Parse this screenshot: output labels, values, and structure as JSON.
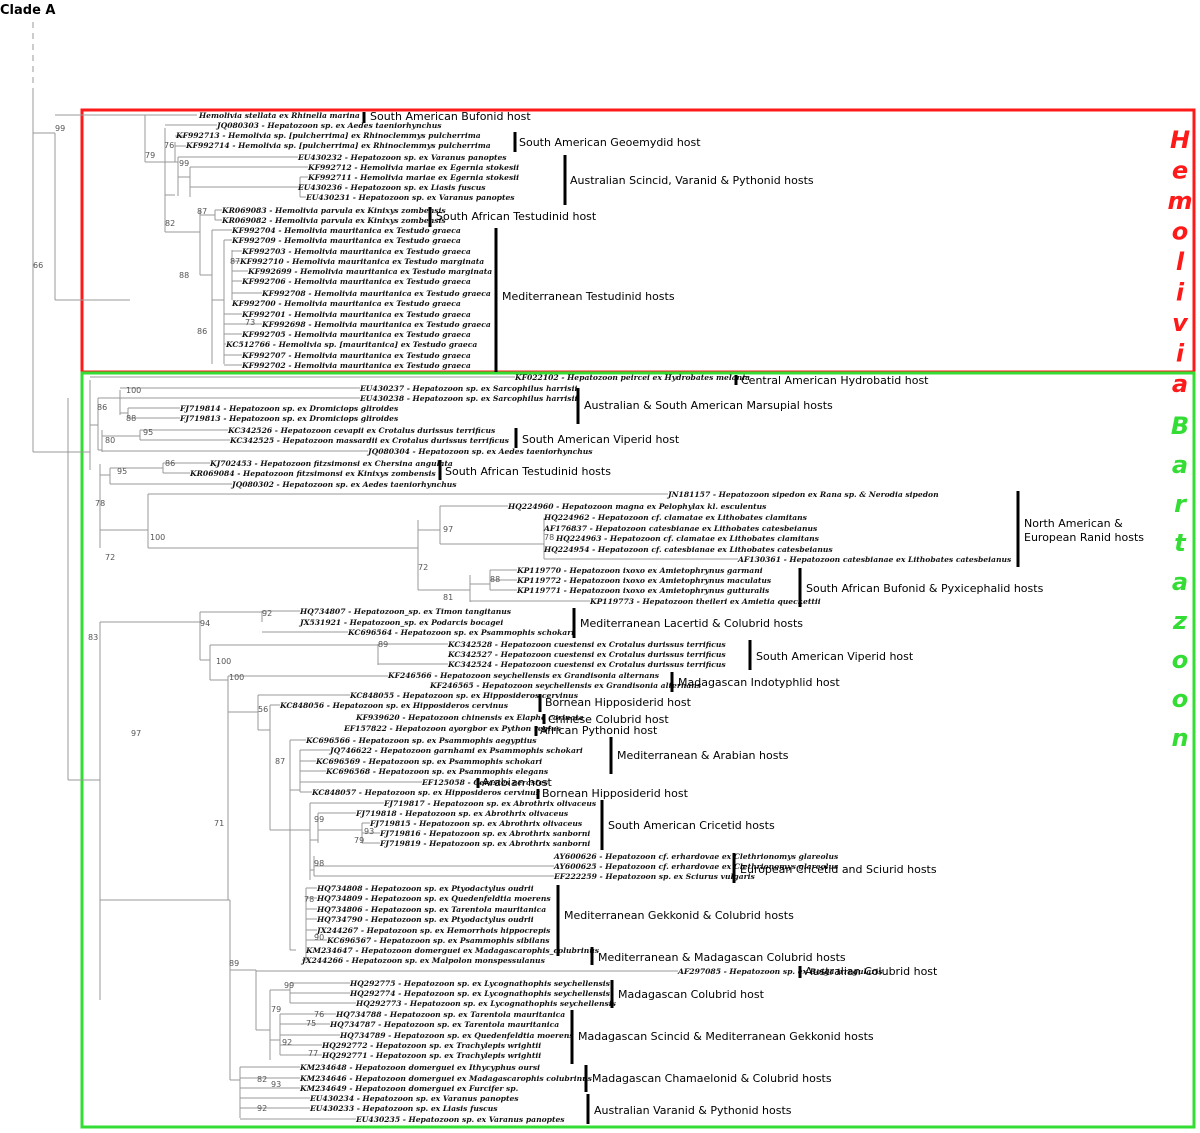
{
  "title": "Clade A",
  "colors": {
    "hemolivia": "#ff1a1a",
    "bartazoon": "#33dd33",
    "branches": "#999999"
  },
  "boxes": [
    {
      "key": "hemolivia",
      "letters": [
        "H",
        "e",
        "m",
        "o",
        "l",
        "i",
        "v",
        "i",
        "a"
      ]
    },
    {
      "key": "bartazoon",
      "letters": [
        "B",
        "a",
        "r",
        "t",
        "a",
        "z",
        "o",
        "o",
        "n"
      ]
    }
  ],
  "leaves": [
    "Hemolivia stellata ex Rhinella marina",
    "JQ080303 - Hepatozoon sp. ex Aedes taeniorhynchus",
    "KF992713 - Hemolivia sp. [pulcherrima] ex Rhinoclemmys pulcherrima",
    "KF992714 - Hemolivia sp. [pulcherrima] ex Rhinoclemmys pulcherrima",
    "EU430232 - Hepatozoon sp. ex Varanus panoptes",
    "KF992712 - Hemolivia mariae ex Egernia stokesii",
    "KF992711 - Hemolivia mariae ex Egernia stokesii",
    "EU430236 - Hepatozoon sp. ex Liasis fuscus",
    "EU430231 - Hepatozoon sp. ex Varanus panoptes",
    "KR069083 - Hemolivia parvula ex Kinixys zombensis",
    "KR069082 - Hemolivia parvula ex Kinixys zombensis",
    "KF992704 - Hemolivia mauritanica ex Testudo graeca",
    "KF992709 - Hemolivia mauritanica ex Testudo graeca",
    "KF992703 - Hemolivia mauritanica ex Testudo graeca",
    "KF992710 - Hemolivia mauritanica ex Testudo marginata",
    "KF992699 - Hemolivia mauritanica ex Testudo marginata",
    "KF992706 - Hemolivia mauritanica ex Testudo graeca",
    "KF992708 - Hemolivia mauritanica ex Testudo graeca",
    "KF992700 - Hemolivia mauritanica ex Testudo graeca",
    "KF992701 - Hemolivia mauritanica ex Testudo graeca",
    "KF992698 - Hemolivia mauritanica ex Testudo graeca",
    "KF992705 - Hemolivia mauritanica ex Testudo graeca",
    "KC512766 - Hemolivia sp. [mauritanica] ex Testudo graeca",
    "KF992707 - Hemolivia mauritanica ex Testudo graeca",
    "KF992702 - Hemolivia mauritanica ex Testudo graeca",
    "KF022102 - Hepatozoon peircei ex Hydrobates melania",
    "EU430237 - Hepatozoon sp. ex Sarcophilus harrisii",
    "EU430238 - Hepatozoon sp. ex Sarcophilus harrisii",
    "FJ719814 - Hepatozoon sp. ex Dromiciops gliroides",
    "FJ719813 - Hepatozoon sp. ex Dromiciops gliroides",
    "KC342526 - Hepatozoon cevapii ex Crotalus durissus terrificus",
    "KC342525 - Hepatozoon massardii ex Crotalus durissus terrificus",
    "JQ080304 - Hepatozoon sp. ex Aedes taeniorhynchus",
    "KJ702453 - Hepatozoon fitzsimonsi ex Chersina angulata",
    "KR069084 - Hepatozoon fitzsimonsi ex Kinixys zombensis",
    "JQ080302 - Hepatozoon sp. ex Aedes taeniorhynchus",
    "JN181157 - Hepatozoon sipedon ex Rana sp. & Nerodia sipedon",
    "HQ224960 - Hepatozoon magna ex Pelophylax kl. esculentus",
    "HQ224962 - Hepatozoon cf. clamatae ex Lithobates clamitans",
    "AF176837 - Hepatozoon catesbianae ex Lithobates catesbeianus",
    "HQ224963 - Hepatozoon cf. clamatae ex Lithobates clamitans",
    "HQ224954 - Hepatozoon cf. catesbianae ex Lithobates catesbeianus",
    "AF130361 - Hepatozoon catesbianae ex Lithobates catesbeianus",
    "KP119770 - Hepatozoon ixoxo ex Amietophrynus garmani",
    "KP119772 - Hepatozoon ixoxo ex Amietophrynus maculatus",
    "KP119771 - Hepatozoon ixoxo ex Amietophrynus gutturalis",
    "KP119773 - Hepatozoon theileri ex Amietia queckettii",
    "HQ734807 - Hepatozoon_sp. ex Timon tangitanus",
    "JX531921 - Hepatozoon_sp. ex Podarcis bocagei",
    "KC696564 - Hepatozoon sp. ex Psammophis schokari",
    "KC342528 - Hepatozoon cuestensi ex Crotalus durissus terrificus",
    "KC342527 - Hepatozoon cuestensi ex Crotalus durissus terrificus",
    "KC342524 - Hepatozoon cuestensi ex Crotalus durissus terrificus",
    "KF246566 - Hepatozoon seychellensis ex Grandisonia alternans",
    "KF246565 - Hepatozoon seychellensis ex Grandisonia alternans",
    "KC848055 - Hepatozoon sp. ex Hipposideros cervinus",
    "KC848056 - Hepatozoon sp. ex Hipposideros cervinus",
    "KF939620 - Hepatozoon chinensis ex Elaphe carinata",
    "EF157822 - Hepatozoon ayorgbor ex Python regius",
    "KC696566 - Hepatozoon sp. ex Psammophis aegyptius",
    "JQ746622 - Hepatozoon garnhami ex Psammophis schokari",
    "KC696569 - Hepatozoon sp. ex Psammophis schokari",
    "KC696568 - Hepatozoon sp. ex Psammophis elegans",
    "EF125058 - Cerastes cerastes",
    "KC848057 - Hepatozoon sp. ex Hipposideros cervinus",
    "FJ719817 - Hepatozoon sp. ex Abrothrix olivaceus",
    "FJ719818 - Hepatozoon sp. ex Abrothrix olivaceus",
    "FJ719815 - Hepatozoon sp. ex Abrothrix olivaceus",
    "FJ719816 - Hepatozoon sp. ex Abrothrix sanborni",
    "FJ719819 - Hepatozoon sp. ex Abrothrix sanborni",
    "AY600626 - Hepatozoon cf. erhardovae ex Clethrionomys glareolus",
    "AY600625 - Hepatozoon cf. erhardovae ex Clethrionomys glareolus",
    "EF222259 - Hepatozoon sp. ex Sciurus vulgaris",
    "HQ734808 - Hepatozoon sp. ex Ptyodactylus oudrii",
    "HQ734809 - Hepatozoon sp. ex Quedenfeldtia moerens",
    "HQ734806 - Hepatozoon sp. ex Tarentola mauritanica",
    "HQ734790 - Hepatozoon sp. ex Ptyodactylus oudrii",
    "JX244267 - Hepatozoon sp. ex Hemorrhois hippocrepis",
    "KC696567 - Hepatozoon sp. ex Psammophis sibilans",
    "KM234647 - Hepatozoon domerguei ex Madagascarophis_colubrinus",
    "JX244266 - Hepatozoon sp. ex Malpolon monspessulanus",
    "AF297085 - Hepatozoon sp. ex Boiga irregularis",
    "HQ292775 - Hepatozoon sp. ex Lycognathophis seychellensis",
    "HQ292774 - Hepatozoon sp. ex Lycognathophis seychellensis",
    "HQ292773 - Hepatozoon sp. ex Lycognathophis seychellensis",
    "HQ734788 - Hepatozoon sp. ex Tarentola mauritanica",
    "HQ734787 - Hepatozoon sp. ex Tarentola mauritanica",
    "HQ734789 - Hepatozoon sp. ex Quedenfeldtia moerens",
    "HQ292772 - Hepatozoon sp. ex Trachylepis wrightii",
    "HQ292771 - Hepatozoon sp. ex Trachylepis wrightii",
    "KM234648 - Hepatozoon domerguei ex Ithycyphus oursi",
    "KM234646 - Hepatozoon domerguei ex Madagascarophis colubrinus",
    "KM234649 - Hepatozoon domerguei ex Furcifer sp.",
    "EU430234 - Hepatozoon sp. ex Varanus panoptes",
    "EU430233 - Hepatozoon sp. ex Liasis fuscus",
    "EU430235 - Hepatozoon sp. ex Varanus panoptes"
  ],
  "groups": [
    "South American Bufonid host",
    "South American Geoemydid host",
    "Australian Scincid, Varanid & Pythonid hosts",
    "South African Testudinid host",
    "Mediterranean Testudinid hosts",
    "Central American Hydrobatid host",
    "Australian & South American Marsupial hosts",
    "South American Viperid host",
    "South African Testudinid hosts",
    [
      "North American &",
      "European Ranid hosts"
    ],
    "South African Bufonid & Pyxicephalid hosts",
    "Mediterranean Lacertid & Colubrid hosts",
    "South American Viperid host",
    "Madagascan Indotyphlid host",
    "Bornean Hipposiderid host",
    "Chinese Colubrid host",
    "African Pythonid host",
    "Mediterranean & Arabian hosts",
    "Arabian host",
    "Bornean Hipposiderid host",
    "South American Cricetid hosts",
    "European Cricetid and Sciurid hosts",
    "Mediterranean Gekkonid & Colubrid hosts",
    "Mediterranean & Madagascan Colubrid hosts",
    "Australian Colubrid host",
    "Madagascan Colubrid host",
    "Madagascan Scincid & Mediterranean Gekkonid hosts",
    "Madagascan Chamaelonid & Colubrid hosts",
    "Australian Varanid & Pythonid hosts"
  ],
  "bootstrap": [
    "99",
    "79",
    "76",
    "99",
    "82",
    "87",
    "88",
    "87",
    "73",
    "86",
    "66",
    "100",
    "86",
    "88",
    "80",
    "95",
    "95",
    "86",
    "78",
    "72",
    "100",
    "97",
    "78",
    "72",
    "81",
    "88",
    "83",
    "94",
    "92",
    "100",
    "89",
    "100",
    "97",
    "56",
    "87",
    "71",
    "99",
    "93",
    "79",
    "98",
    "78",
    "90",
    "89",
    "99",
    "79",
    "76",
    "75",
    "92",
    "77",
    "82",
    "93",
    "92"
  ]
}
